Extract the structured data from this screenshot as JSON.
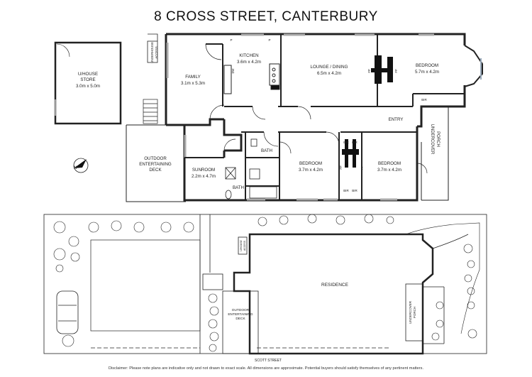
{
  "title": "8 CROSS STREET, CANTERBURY",
  "rooms": {
    "store": {
      "name": "U/HOUSE",
      "name2": "STORE",
      "dims": "3.0m x 5.0m"
    },
    "family": {
      "name": "FAMILY",
      "dims": "3.1m x 5.3m"
    },
    "kitchen": {
      "name": "KITCHEN",
      "dims": "3.6m x 4.2m"
    },
    "lounge": {
      "name": "LOUNGE / DINING",
      "dims": "6.5m x 4.2m"
    },
    "bed1": {
      "name": "BEDROOM",
      "dims": "5.7m x 4.2m"
    },
    "bed2": {
      "name": "BEDROOM",
      "dims": "3.7m x 4.2m"
    },
    "bed3": {
      "name": "BEDROOM",
      "dims": "3.7m x 4.2m"
    },
    "sunroom": {
      "name": "SUNROOM",
      "dims": "2.2m x 4.7m"
    },
    "deck": {
      "name": "OUTDOOR",
      "name2": "ENTERTAINING",
      "name3": "DECK"
    }
  },
  "labels": {
    "entry": "ENTRY",
    "bath": "BATH",
    "bir": "BIR",
    "fp": "FP",
    "p": "P",
    "dw": "DW",
    "porch1": "UNDERCOVER",
    "porch2": "PORCH",
    "access1": "UNDERHOUSE",
    "access2": "ACCESS",
    "north": "N"
  },
  "site": {
    "residence": "RESIDENCE",
    "deck1": "OUTDOOR",
    "deck2": "ENTERTAINING",
    "deck3": "DECK",
    "porch1": "UNDERCOVER",
    "porch2": "PORCH",
    "access1": "U/HOUSE",
    "access2": "ACCESS",
    "street": "SCOTT STREET"
  },
  "disclaimer": "Disclaimer: Please note plans are indicative only and not drawn to exact scale. All dimensions are approximate. Potential buyers should satisfy themselves of any pertinent matters."
}
